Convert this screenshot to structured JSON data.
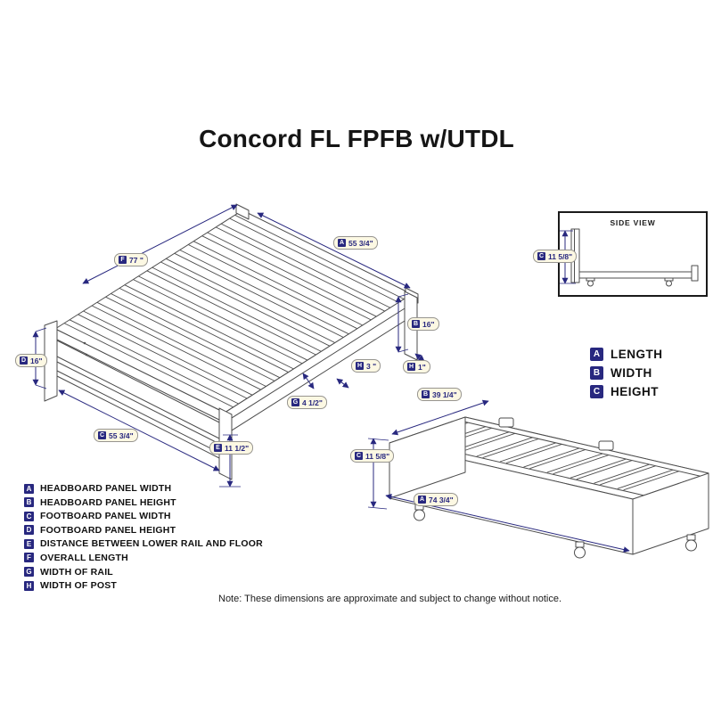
{
  "title": "Concord FL FPFB w/UTDL",
  "side_view": {
    "title": "SIDE VIEW",
    "height_dim": {
      "letter": "C",
      "value": "11 5/8\""
    }
  },
  "axis_legend": {
    "items": [
      {
        "letter": "A",
        "label": "LENGTH"
      },
      {
        "letter": "B",
        "label": "WIDTH"
      },
      {
        "letter": "C",
        "label": "HEIGHT"
      }
    ]
  },
  "parts_legend": {
    "items": [
      {
        "letter": "A",
        "label": "HEADBOARD PANEL WIDTH"
      },
      {
        "letter": "B",
        "label": "HEADBOARD PANEL HEIGHT"
      },
      {
        "letter": "C",
        "label": "FOOTBOARD PANEL WIDTH"
      },
      {
        "letter": "D",
        "label": "FOOTBOARD PANEL HEIGHT"
      },
      {
        "letter": "E",
        "label": "DISTANCE BETWEEN LOWER RAIL AND FLOOR"
      },
      {
        "letter": "F",
        "label": "OVERALL LENGTH"
      },
      {
        "letter": "G",
        "label": "WIDTH OF RAIL"
      },
      {
        "letter": "H",
        "label": "WIDTH OF POST"
      }
    ]
  },
  "dimensions": {
    "bed": {
      "headboard_panel_width": {
        "letter": "A",
        "value": "55 3/4\""
      },
      "overall_length": {
        "letter": "F",
        "value": "77 \""
      },
      "headboard_panel_height": {
        "letter": "B",
        "value": "16\""
      },
      "footboard_panel_height": {
        "letter": "D",
        "value": "16\""
      },
      "post_width_top": {
        "letter": "H",
        "value": "3 \""
      },
      "post_width_side": {
        "letter": "H",
        "value": "1\""
      },
      "rail_width": {
        "letter": "G",
        "value": "4 1/2\""
      },
      "footboard_panel_width": {
        "letter": "C",
        "value": "55 3/4\""
      },
      "lower_rail_to_floor": {
        "letter": "E",
        "value": "11 1/2\""
      }
    },
    "trundle": {
      "width": {
        "letter": "B",
        "value": "39 1/4\""
      },
      "height": {
        "letter": "C",
        "value": "11 5/8\""
      },
      "length": {
        "letter": "A",
        "value": "74 3/4\""
      }
    }
  },
  "note": "Note:  These dimensions are approximate and subject to change without notice.",
  "colors": {
    "accent": "#28287f",
    "line": "#4d4d4d",
    "pill_bg": "#fcf8e3"
  }
}
